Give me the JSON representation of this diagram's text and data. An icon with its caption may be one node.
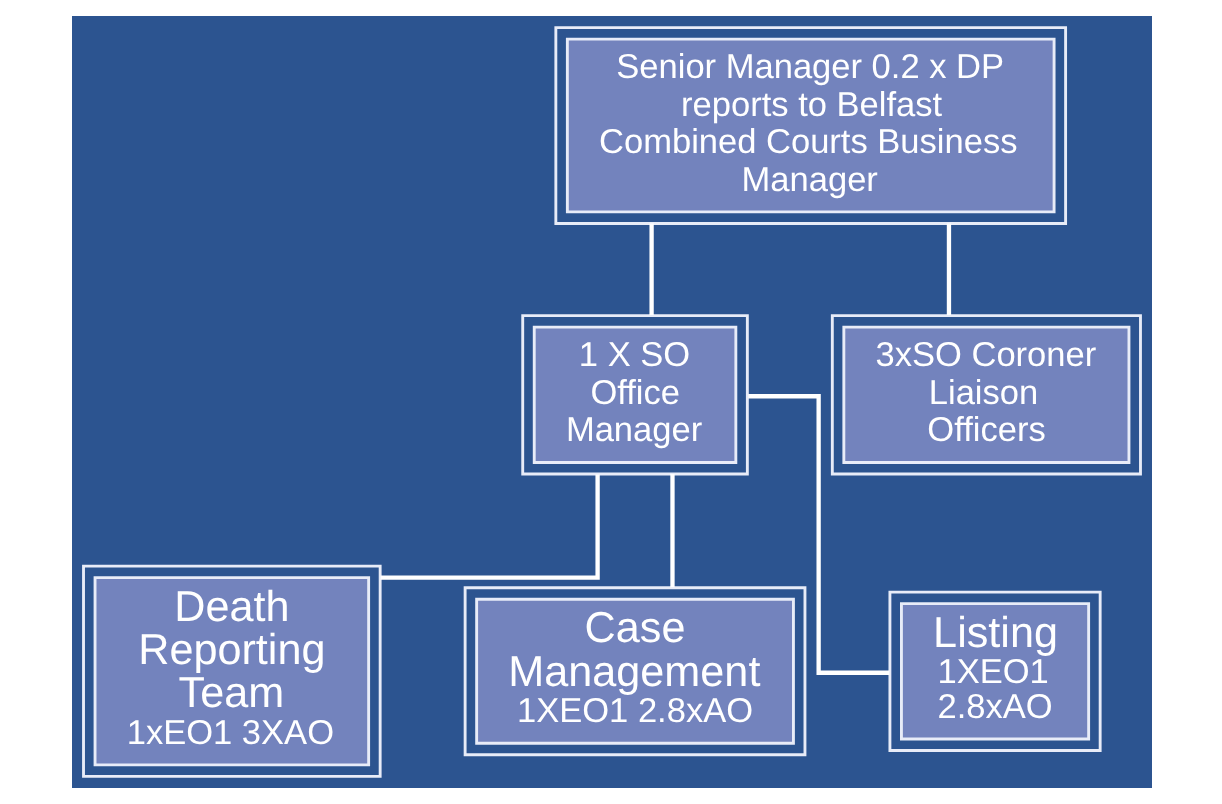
{
  "diagram": {
    "nodes": [
      {
        "text": [
          "Senior Manager 0.2 x DP reports to Belfast Combined Courts Business Manager"
        ]
      },
      {
        "text": [
          "1 X SO Office Manager"
        ]
      },
      {
        "text": [
          "3xSO Coroner Liaison Officers"
        ]
      },
      {
        "text": [
          "Death Reporting Team",
          "1xEO1 3XAO"
        ]
      },
      {
        "text": [
          "Case Management",
          "1XEO1 2.8xAO"
        ]
      },
      {
        "text": [
          "Listing",
          "1XEO1 2.8xAO"
        ]
      }
    ],
    "edges": [
      {
        "from": 0,
        "to": 1,
        "arrow": "none"
      },
      {
        "from": 0,
        "to": 2,
        "arrow": "none"
      },
      {
        "from": 1,
        "to": 3,
        "arrow": "none"
      },
      {
        "from": 1,
        "to": 4,
        "arrow": "none"
      },
      {
        "from": 1,
        "to": 5,
        "arrow": "none"
      }
    ]
  }
}
